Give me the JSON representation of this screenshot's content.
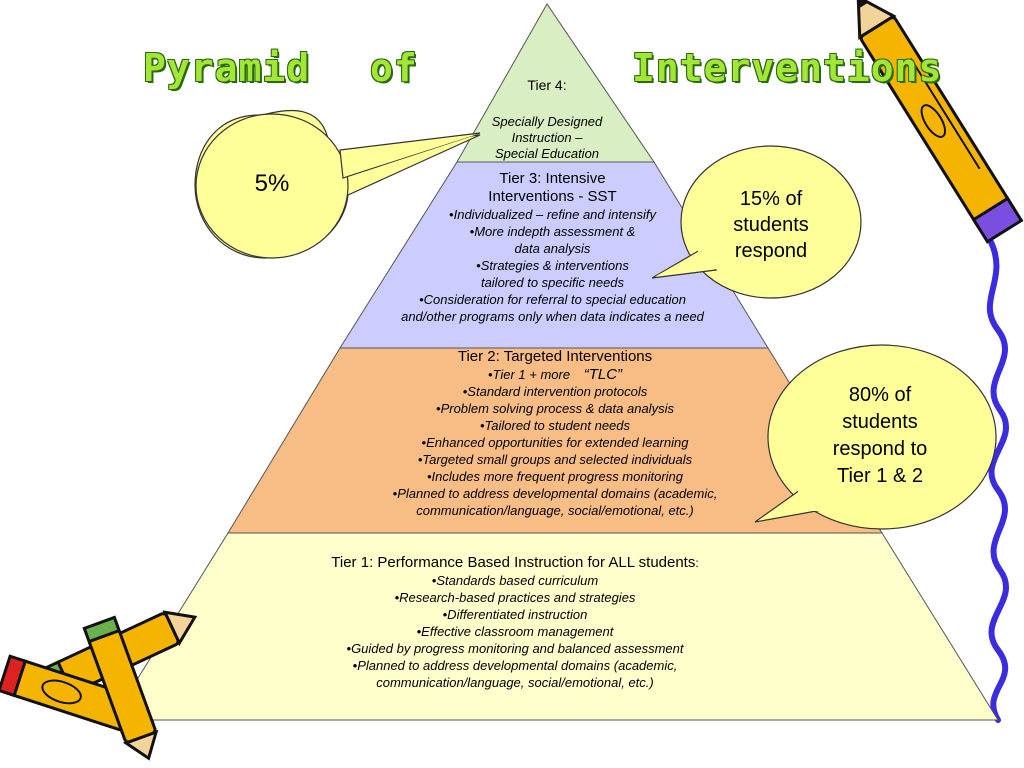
{
  "title": {
    "word1": "Pyramid",
    "word2": "of",
    "word3": "Interventions"
  },
  "tier4": {
    "heading": "Tier 4:",
    "lines": [
      "Specially Designed",
      "Instruction –",
      "Special Education"
    ]
  },
  "tier3": {
    "heading1": "Tier 3: Intensive",
    "heading2": "Interventions - SST",
    "items": [
      "•Individualized – refine and intensify",
      "•More indepth assessment &",
      "data analysis",
      "•Strategies & interventions",
      "tailored to specific needs",
      "•Consideration for referral to special education",
      "and/other programs only when data indicates a need"
    ]
  },
  "tier2": {
    "heading": "Tier 2: Targeted Interventions",
    "first_item": "•Tier 1 + more",
    "tlc": "“TLC”",
    "items": [
      "•Standard intervention protocols",
      "•Problem solving process & data analysis",
      "•Tailored to student needs",
      "•Enhanced opportunities for extended learning",
      "•Targeted small groups and selected individuals",
      "•Includes more frequent progress monitoring",
      "•Planned to address developmental domains (academic,",
      "communication/language, social/emotional, etc.)"
    ]
  },
  "tier1": {
    "heading": "Tier 1: Performance Based Instruction for ALL students",
    "heading_colon": ":",
    "items": [
      "•Standards based curriculum",
      "•Research-based practices and strategies",
      "•Differentiated instruction",
      "•Effective classroom management",
      "•Guided by progress monitoring and balanced assessment",
      "•Planned to address developmental domains (academic,",
      "communication/language, social/emotional, etc.)"
    ]
  },
  "callouts": {
    "five": "5%",
    "fifteen": [
      "15% of",
      "students",
      "respond"
    ],
    "eighty": [
      "80% of",
      "students",
      "respond to",
      "Tier 1 & 2"
    ]
  },
  "colors": {
    "tier4": "#d9eec2",
    "tier3": "#ccccff",
    "tier2": "#f8bd84",
    "tier1": "#ffffcc",
    "callout": "#ffff99",
    "title": "#a3e636"
  },
  "decor": {
    "top_right": "pencil-icon",
    "bottom_left": "pencils-icon",
    "right_edge": "squiggle-line"
  }
}
